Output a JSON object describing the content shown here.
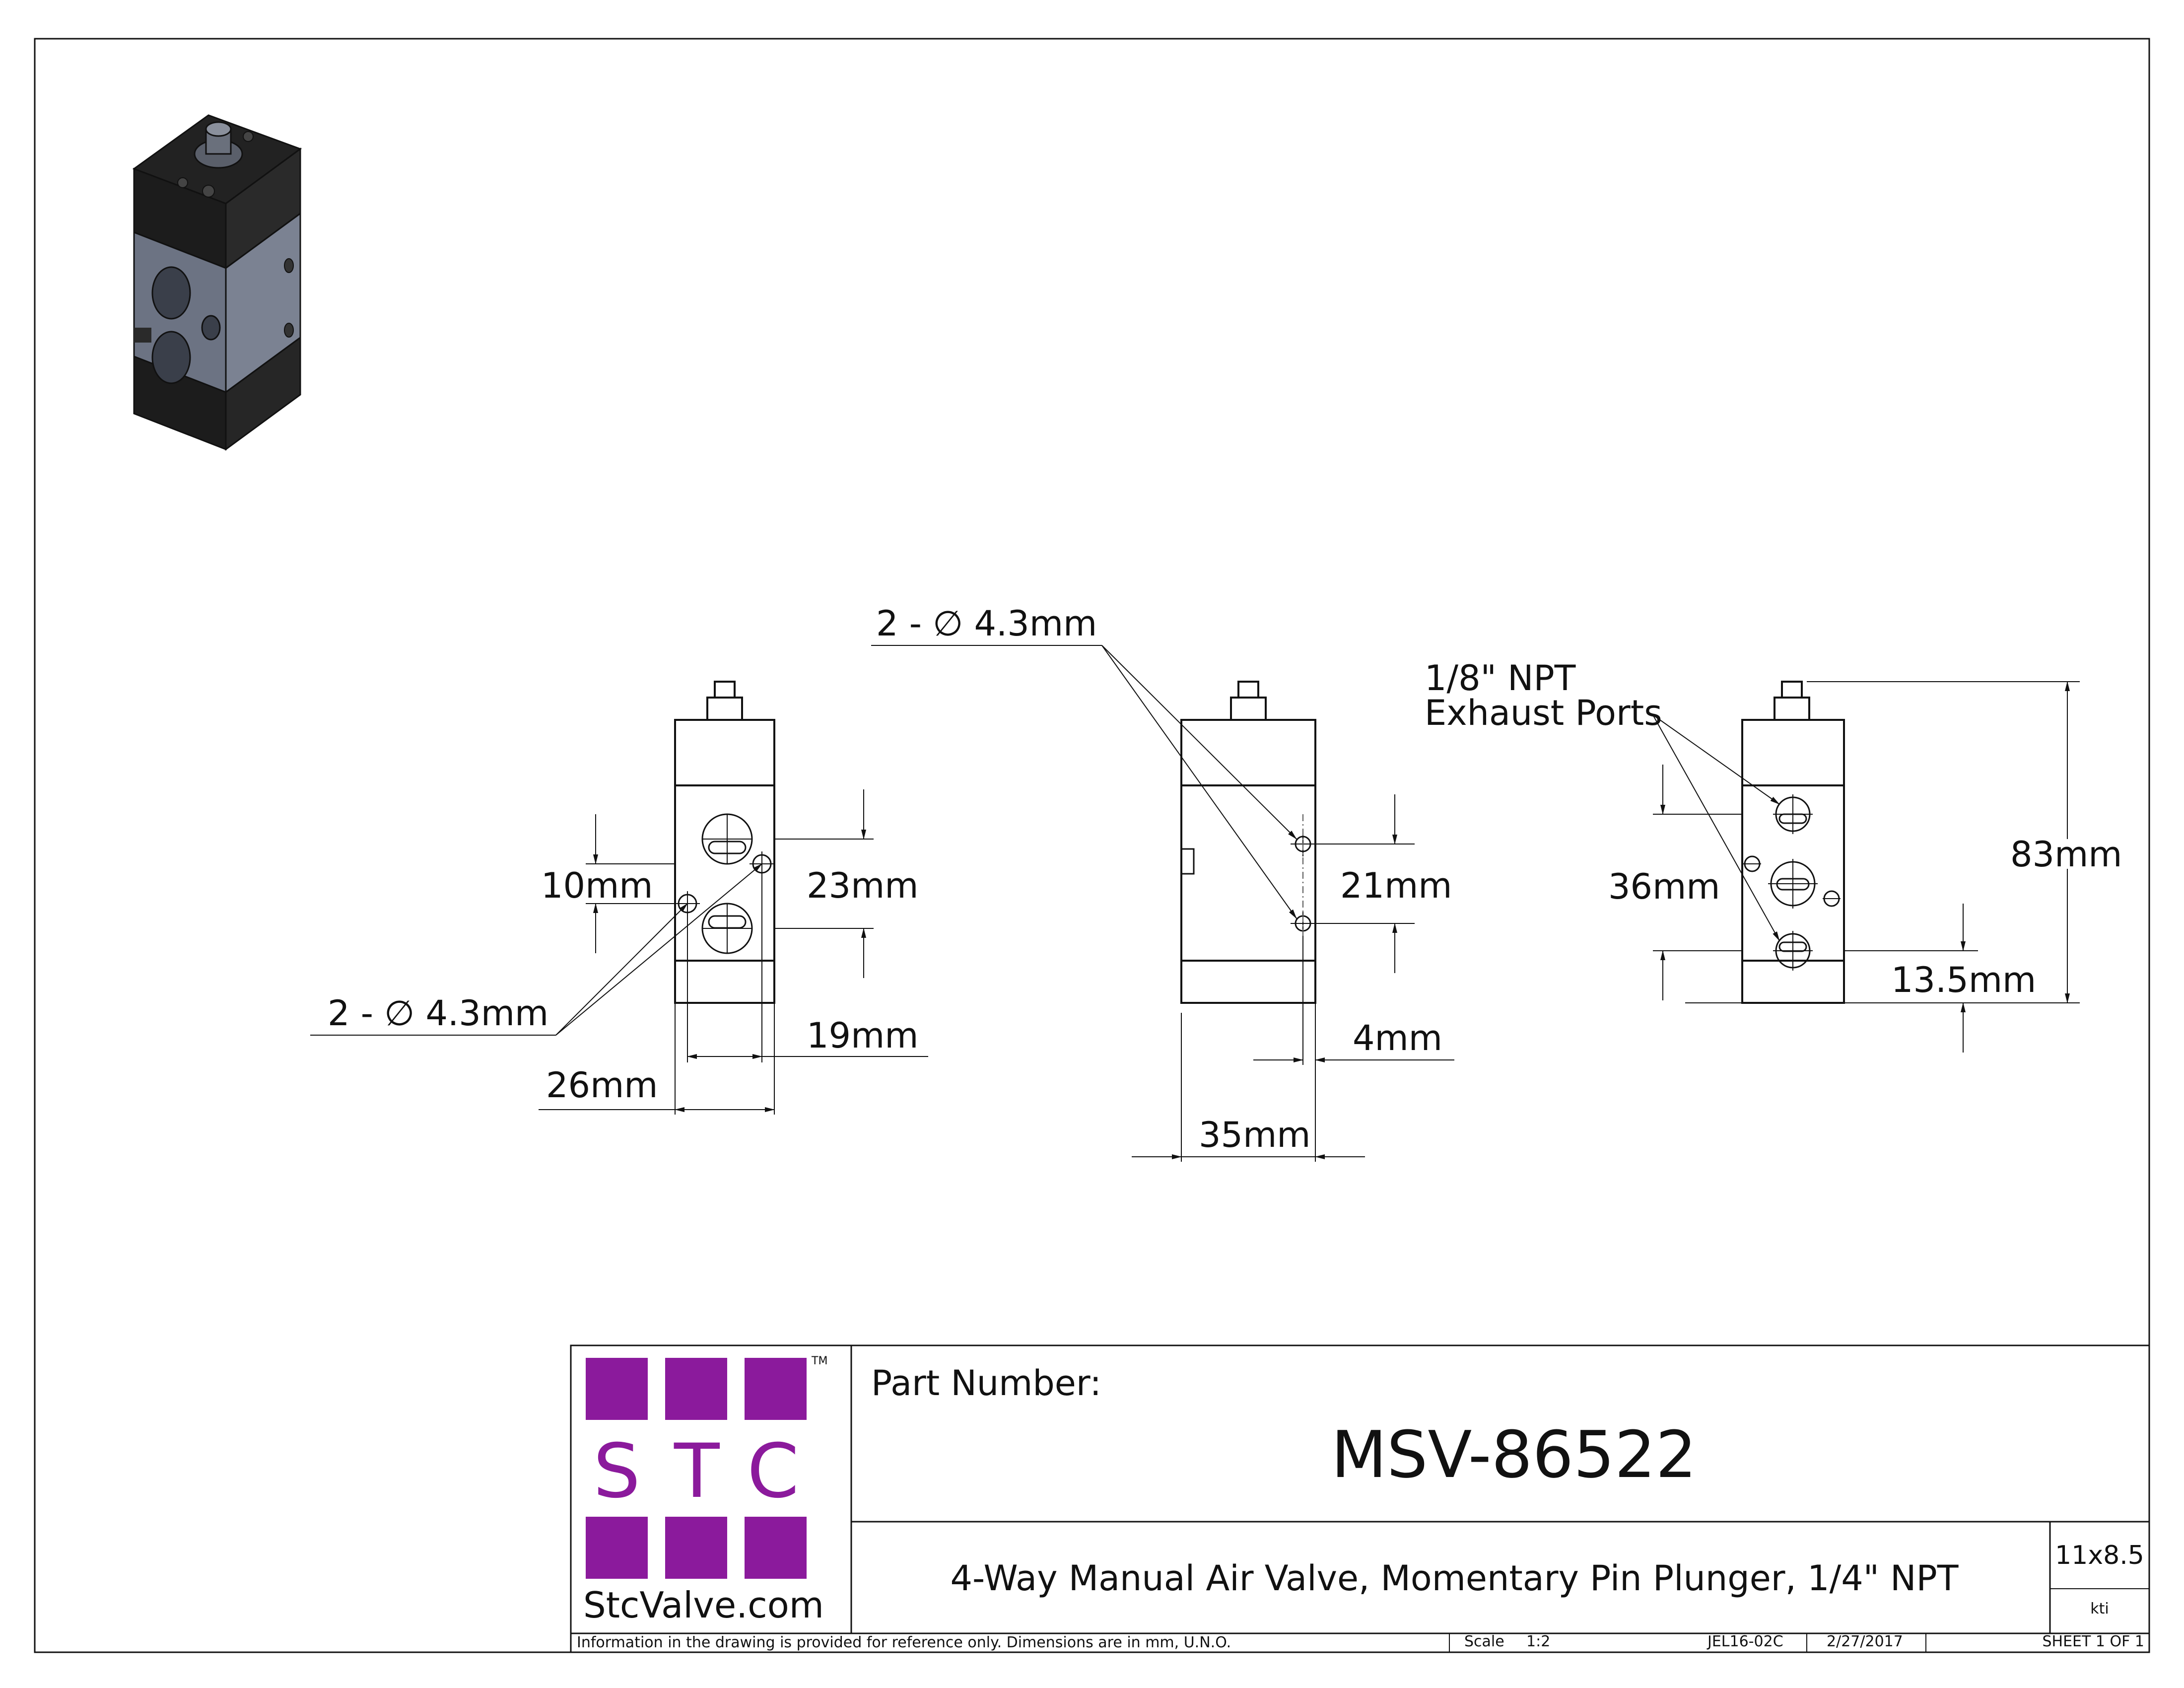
{
  "title_block": {
    "part_number_label": "Part Number:",
    "part_number": "MSV-86522",
    "description": "4-Way Manual Air Valve, Momentary Pin Plunger, 1/4\" NPT",
    "paper_size": "11x8.5",
    "drawn_by": "kti",
    "note": "Information in the drawing is provided for reference only. Dimensions are in mm, U.N.O.",
    "scale_label": "Scale",
    "scale": "1:2",
    "drawing_no": "JEL16-02C",
    "date": "2/27/2017",
    "sheet": "SHEET 1 OF 1"
  },
  "logo": {
    "letters": [
      "S",
      "T",
      "C"
    ],
    "trademark": "TM",
    "url": "StcValve.com",
    "color": "#8b1a9c"
  },
  "views": {
    "left": {
      "hole_note": "2 - ∅ 4.3mm",
      "dim_10": "10mm",
      "dim_23": "23mm",
      "dim_19": "19mm",
      "dim_26": "26mm"
    },
    "middle": {
      "hole_note": "2 - ∅ 4.3mm",
      "dim_21": "21mm",
      "dim_4": "4mm",
      "dim_35": "35mm"
    },
    "right": {
      "port_note_line1": "1/8\" NPT",
      "port_note_line2": "Exhaust Ports",
      "dim_36": "36mm",
      "dim_83": "83mm",
      "dim_135": "13.5mm"
    }
  }
}
